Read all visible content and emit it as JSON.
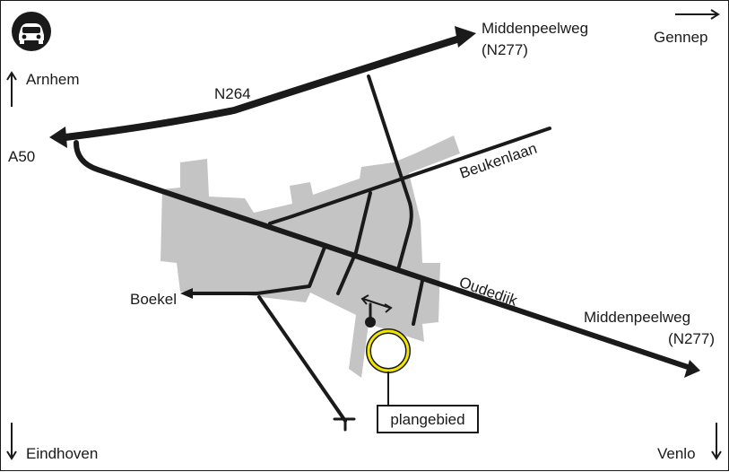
{
  "labels": {
    "middenpeelweg_top_line1": "Middenpeelweg",
    "middenpeelweg_top_line2": "(N277)",
    "gennep": "Gennep",
    "arnhem": "Arnhem",
    "n264": "N264",
    "a50": "A50",
    "beukenlaan": "Beukenlaan",
    "oudedijk": "Oudedijk",
    "boekel": "Boekel",
    "middenpeelweg_right_line1": "Middenpeelweg",
    "middenpeelweg_right_line2": "(N277)",
    "plangebied": "plangebied",
    "eindhoven": "Eindhoven",
    "venlo": "Venlo"
  },
  "icons": {
    "car": "car-icon",
    "north_arrow": "arrow-up-icon",
    "east_arrow": "arrow-right-icon",
    "south_arrow": "arrow-down-icon"
  },
  "colors": {
    "road": "#1a1a1a",
    "built_up_area": "#c4c4c4",
    "plan_area_ring": "#f2e600",
    "background": "#ffffff"
  }
}
